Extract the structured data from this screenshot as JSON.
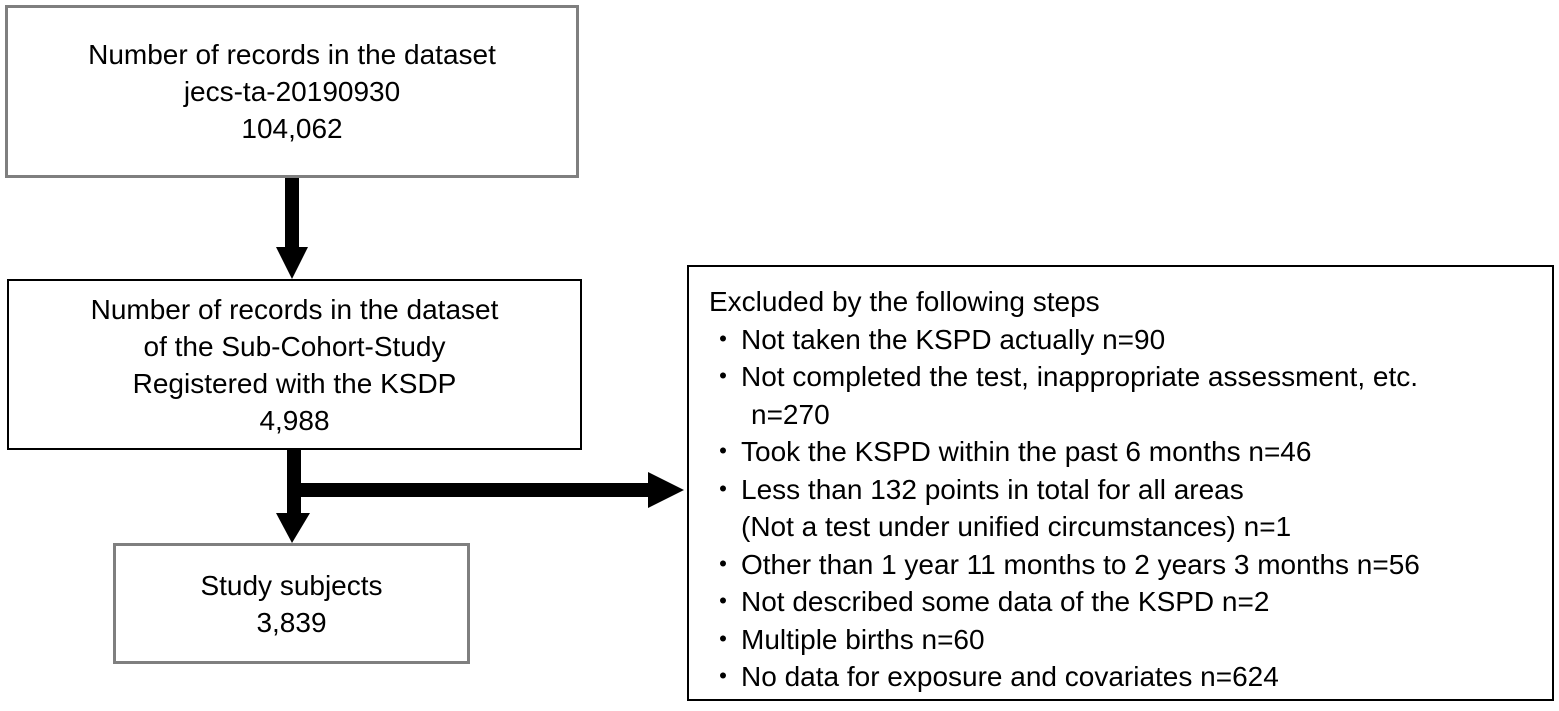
{
  "boxes": {
    "total": {
      "lines": [
        "Number of records in the dataset",
        "jecs-ta-20190930",
        "104,062"
      ]
    },
    "sub_cohort": {
      "lines": [
        "Number of records in the dataset",
        "of the Sub-Cohort-Study",
        "Registered with the KSDP",
        "4,988"
      ]
    },
    "study": {
      "lines": [
        "Study subjects",
        "3,839"
      ]
    }
  },
  "exclusions": {
    "title": "Excluded by the following steps",
    "bullet": "・",
    "items": [
      {
        "text": "Not taken the KSPD actually  n=90"
      },
      {
        "text": "Not completed the test, inappropriate assessment, etc.",
        "cont": "n=270"
      },
      {
        "text": "Took the KSPD within the past 6 months n=46"
      },
      {
        "text": "Less than 132 points in total for all areas",
        "cont": "(Not a test under unified circumstances) n=1"
      },
      {
        "text": "Other than 1 year 11 months to 2 years 3 months n=56"
      },
      {
        "text": "Not described some data of the KSPD n=2"
      },
      {
        "text": "Multiple births n=60"
      },
      {
        "text": "No data for exposure and covariates n=624"
      }
    ]
  }
}
